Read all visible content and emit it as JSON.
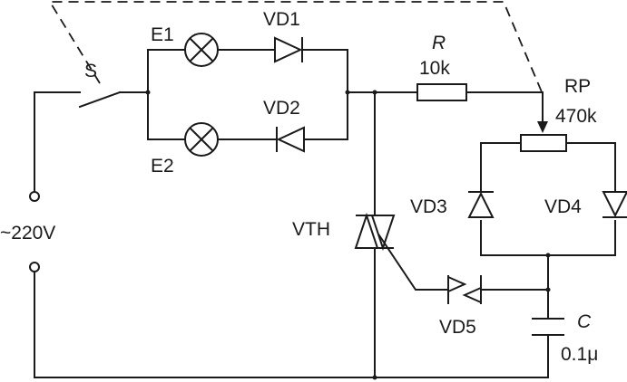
{
  "labels": {
    "switch": "S",
    "lamp1": "E1",
    "lamp2": "E2",
    "diode1": "VD1",
    "diode2": "VD2",
    "resistor_name": "R",
    "resistor_value": "10k",
    "pot_name": "RP",
    "pot_value": "470k",
    "diode3": "VD3",
    "diode4": "VD4",
    "diode5": "VD5",
    "triac": "VTH",
    "supply": "~220V",
    "cap_name": "C",
    "cap_value": "0.1μ"
  },
  "colors": {
    "ink": "#1a1a1a",
    "background": "#ffffff"
  }
}
